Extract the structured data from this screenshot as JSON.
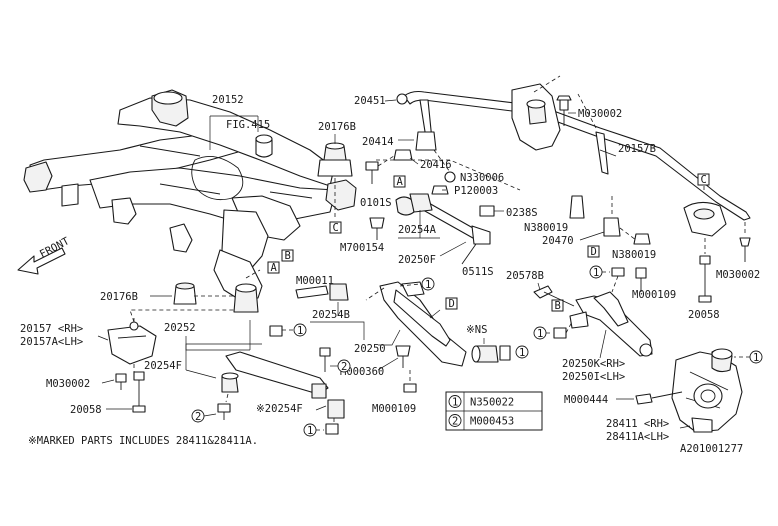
{
  "diagram": {
    "front_label": "FRONT",
    "figure_id": "A201001277",
    "footnote": "※MARKED PARTS INCLUDES 28411&28411A.",
    "ns_label": "※NS",
    "legend": [
      {
        "num": "1",
        "part": "N350022"
      },
      {
        "num": "2",
        "part": "M000453"
      }
    ],
    "labels": {
      "p20152": "20152",
      "fig415": "FIG.415",
      "p20176B_top": "20176B",
      "p20451": "20451",
      "m030002_top": "M030002",
      "p20414": "20414",
      "p20416": "20416",
      "n330006": "N330006",
      "p120003": "P120003",
      "p20157B": "20157B",
      "p0101S": "0101S",
      "p0238S": "0238S",
      "n380019_a": "N380019",
      "p20470": "20470",
      "n380019_b": "N380019",
      "m030002_right": "M030002",
      "p20254A": "20254A",
      "m700154": "M700154",
      "p20250F": "20250F",
      "p0511S": "0511S",
      "m000011": "M00011",
      "p20578B": "20578B",
      "m000109_right": "M000109",
      "p20058_right": "20058",
      "p20176B_left": "20176B",
      "p20254B": "20254B",
      "p20252": "20252",
      "p20157_rh": "20157 <RH>",
      "p20157A_lh": "20157A<LH>",
      "p20250": "20250",
      "p20254F": "20254F",
      "m030002_left": "M030002",
      "p20058_left": "20058",
      "m000360": "M000360",
      "m000109_mid": "M000109",
      "p20254F_star": "※20254F",
      "p20250K_rh": "20250K<RH>",
      "p20250I_lh": "20250I<LH>",
      "m000444": "M000444",
      "p28411_rh": "28411 <RH>",
      "p28411A_lh": "28411A<LH>"
    },
    "callouts": {
      "A": "A",
      "B": "B",
      "C": "C",
      "D": "D"
    },
    "circle_numbers": {
      "one": "1",
      "two": "2"
    }
  }
}
